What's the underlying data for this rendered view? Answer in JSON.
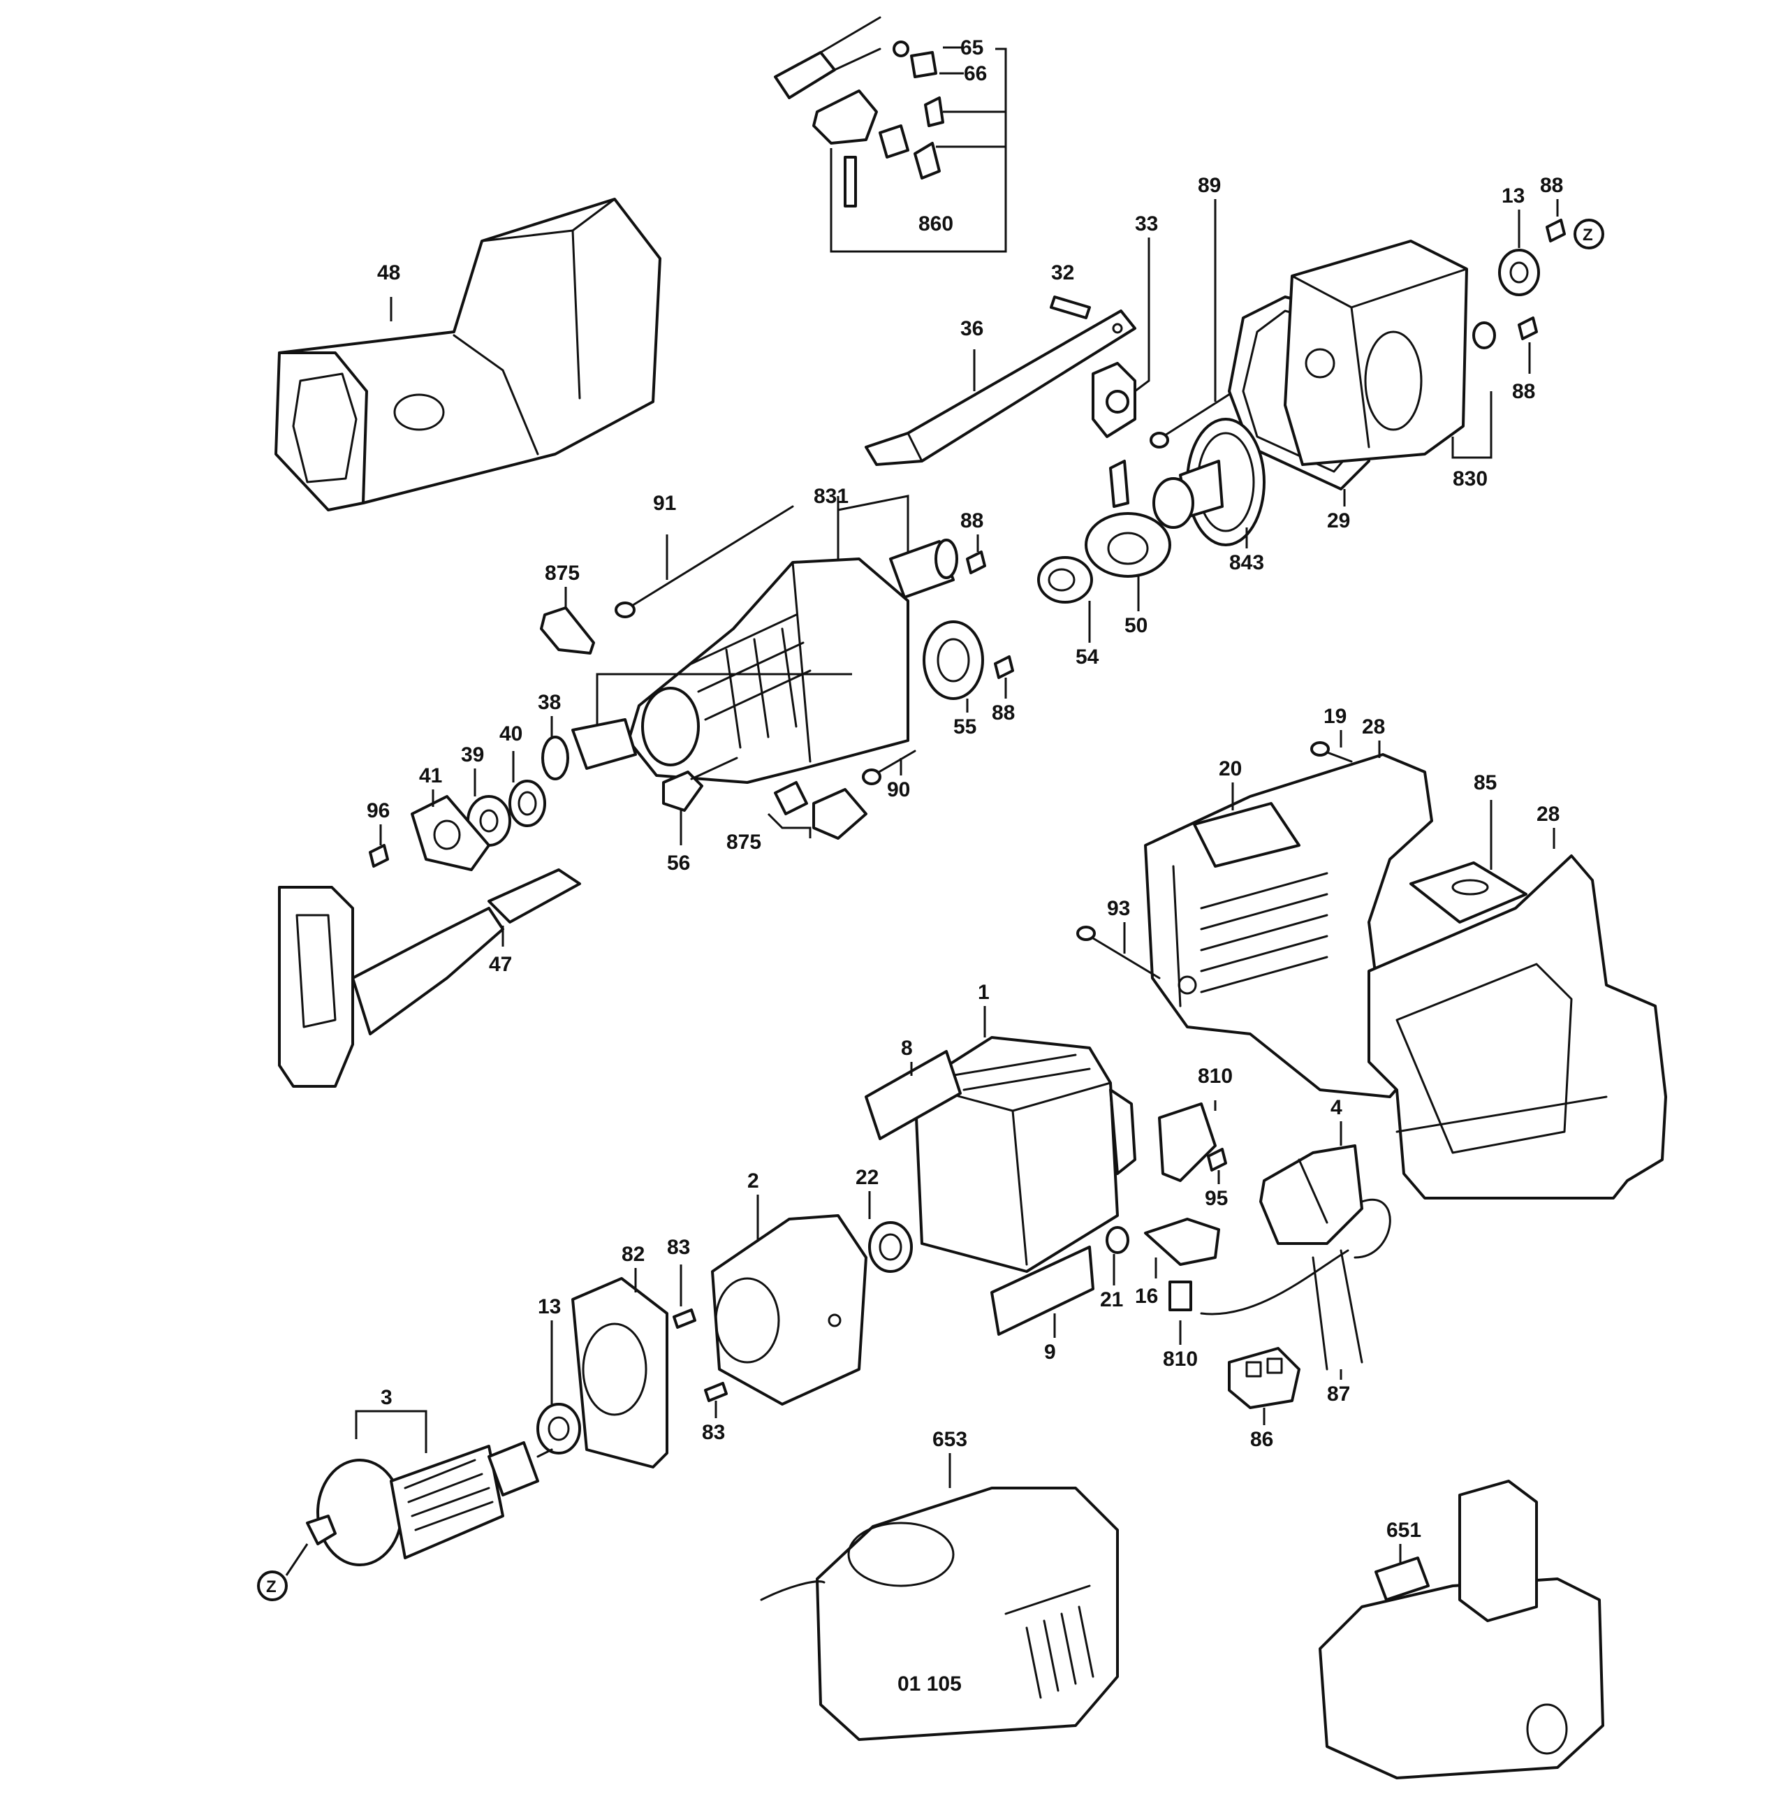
{
  "labels": {
    "p65": "65",
    "p66": "66",
    "p860": "860",
    "p48": "48",
    "p32": "32",
    "p36": "36",
    "p33": "33",
    "p89": "89",
    "p13a": "13",
    "p88a": "88",
    "p88b": "88",
    "p830": "830",
    "p29": "29",
    "p91": "91",
    "p831": "831",
    "p88c": "88",
    "p875a": "875",
    "p843": "843",
    "p50": "50",
    "p54": "54",
    "p55": "55",
    "p88d": "88",
    "p38": "38",
    "p40": "40",
    "p39": "39",
    "p41": "41",
    "p96": "96",
    "p56": "56",
    "p875b": "875",
    "p90": "90",
    "p47": "47",
    "p19": "19",
    "p28a": "28",
    "p20": "20",
    "p85": "85",
    "p28b": "28",
    "p93": "93",
    "p1": "1",
    "p8": "8",
    "p810a": "810",
    "p4": "4",
    "p95": "95",
    "p22": "22",
    "p2": "2",
    "p83a": "83",
    "p82": "82",
    "p13b": "13",
    "p21": "21",
    "p16": "16",
    "p9": "9",
    "p810b": "810",
    "p87": "87",
    "p3": "3",
    "p83b": "83",
    "p86": "86",
    "p653": "653",
    "p651": "651"
  },
  "markers": {
    "z1": "Z",
    "z2": "Z"
  },
  "charger_print": "01 105"
}
